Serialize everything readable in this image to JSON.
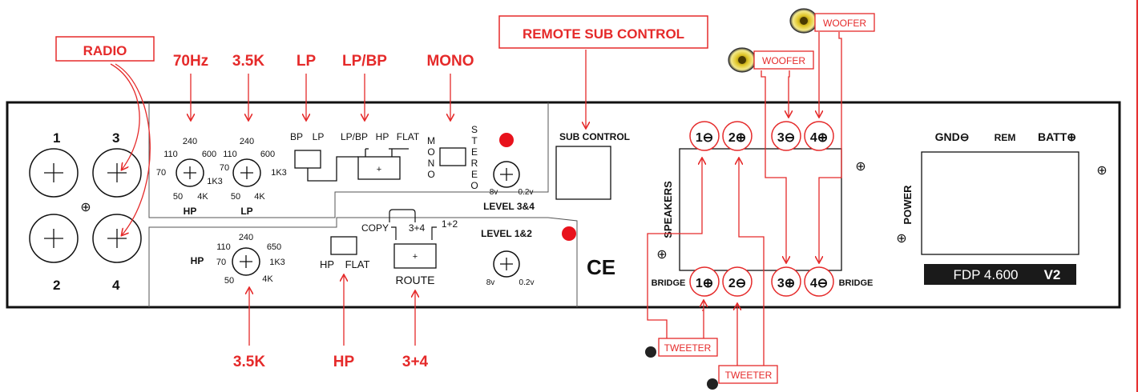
{
  "colors": {
    "accent": "#e52a2a",
    "panel_stroke": "#111111",
    "led": "#e8121c",
    "background": "#ffffff",
    "brand_bg": "#1a1a1a"
  },
  "callouts": {
    "radio": "RADIO",
    "remote_sub_control": "REMOTE SUB CONTROL",
    "woofer_top": "WOOFER",
    "woofer_left": "WOOFER",
    "tweeter_left": "TWEETER",
    "tweeter_bottom": "TWEETER",
    "top_settings": [
      "70Hz",
      "3.5K",
      "LP",
      "LP/BP",
      "MONO"
    ],
    "bottom_settings": [
      "3.5K",
      "HP",
      "3+4"
    ]
  },
  "inputs": {
    "ch1": "1",
    "ch2": "2",
    "ch3": "3",
    "ch4": "4",
    "plus": "+",
    "ground_symbol": "⊕"
  },
  "upper_section": {
    "knob1": {
      "top": "240",
      "left_high": "110",
      "right_high": "600",
      "left_mid": "70",
      "right_mid": "1K3",
      "left_low": "50",
      "right_low": "4K",
      "name": "HP"
    },
    "knob2": {
      "top": "240",
      "left_high": "110",
      "right_high": "600",
      "left_mid": "70",
      "right_mid": "1K3",
      "left_low": "50",
      "right_low": "4K",
      "name": "LP"
    },
    "switch_bp_lp": {
      "left": "BP",
      "right": "LP"
    },
    "switch_filter": {
      "a": "LP/BP",
      "b": "HP",
      "c": "FLAT",
      "plus": "+"
    },
    "mono_letters": [
      "M",
      "O",
      "N",
      "O"
    ],
    "stereo_letters": [
      "S",
      "T",
      "E",
      "R",
      "E",
      "O"
    ],
    "level34": {
      "min": "8v",
      "max": "0.2v",
      "name": "LEVEL 3&4"
    }
  },
  "lower_section": {
    "hp_knob": {
      "name": "HP",
      "top": "240",
      "left_high": "110",
      "right_high": "650",
      "left_mid": "70",
      "right_mid": "1K3",
      "left_low": "50",
      "right_low": "4K"
    },
    "hp_switch": {
      "a": "HP",
      "b": "FLAT"
    },
    "route": {
      "copy": "COPY",
      "mid": "3+4",
      "right": "1+2",
      "plus": "+",
      "name": "ROUTE"
    },
    "level12": {
      "name": "LEVEL 1&2",
      "min": "8v",
      "max": "0.2v"
    }
  },
  "sub_control": {
    "label": "SUB CONTROL"
  },
  "ce_mark": "CE",
  "speakers": {
    "label": "SPEAKERS",
    "bridge_left": "BRIDGE",
    "bridge_right": "BRIDGE",
    "top_terminals": [
      "1⊖",
      "2⊕",
      "3⊖",
      "4⊕"
    ],
    "bottom_terminals": [
      "1⊕",
      "2⊖",
      "3⊕",
      "4⊖"
    ]
  },
  "power": {
    "gnd": "GND⊖",
    "rem": "REM",
    "batt": "BATT⊕",
    "label": "POWER",
    "model": "FDP 4.600",
    "version": "V2"
  }
}
